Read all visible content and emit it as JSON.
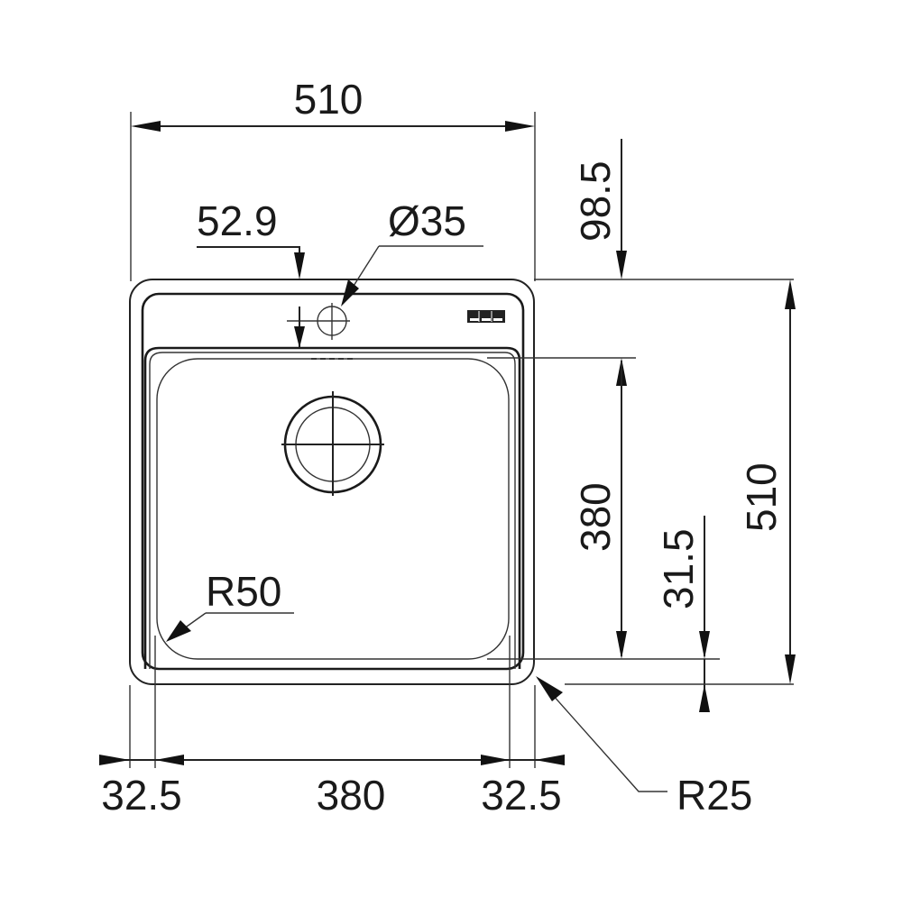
{
  "title": "Sink technical drawing (top view)",
  "colors": {
    "line": "#1a1a1a",
    "background": "#ffffff"
  },
  "dimensions": {
    "overall_width": "510",
    "overall_depth": "510",
    "tap_hole_offset": "52.9",
    "tap_hole_diameter": "Ø35",
    "rear_deck": "98.5",
    "bowl_depth": "380",
    "front_margin": "31.5",
    "bowl_width": "380",
    "left_margin": "32.5",
    "right_margin": "32.5",
    "bowl_corner_radius": "R50",
    "outer_corner_radius": "R25"
  },
  "features": {
    "drain": "drain-outlet",
    "tap_hole": "tap-hole",
    "label_plate": "brand-plate"
  }
}
